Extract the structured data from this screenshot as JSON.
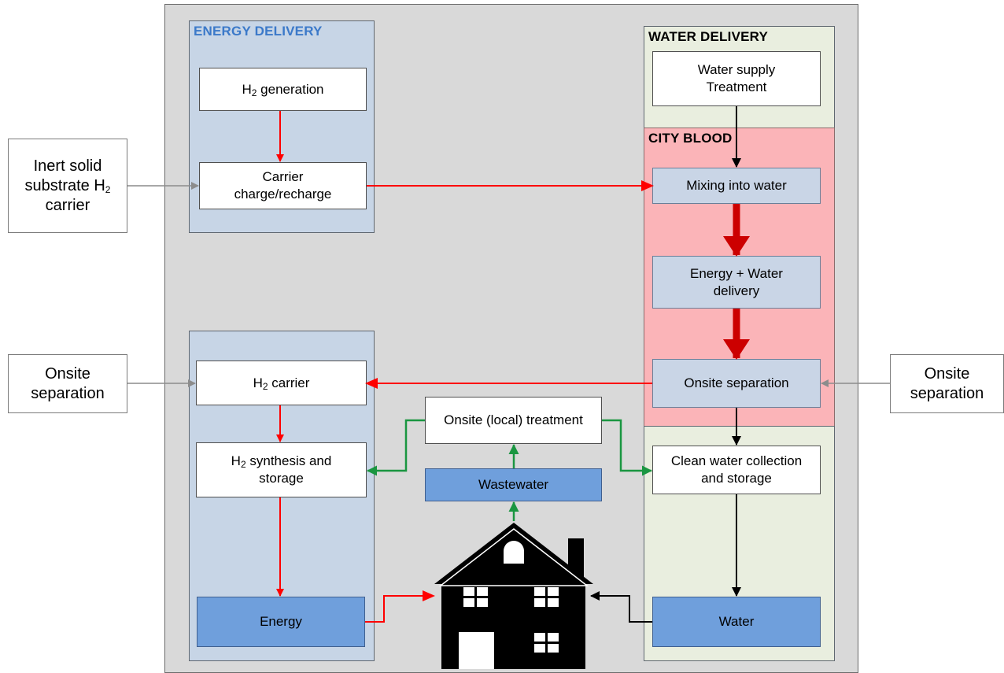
{
  "groups": {
    "energy_delivery_title": "ENERGY DELIVERY",
    "water_delivery_title": "WATER DELIVERY",
    "city_blood_title": "CITY BLOOD"
  },
  "boxes": {
    "h2_generation": {
      "pre": "H",
      "sub": "2",
      "post": " generation"
    },
    "carrier_recharge": "Carrier\ncharge/recharge",
    "inert_solid": {
      "pre": "Inert solid\nsubstrate H",
      "sub": "2",
      "post": "\ncarrier"
    },
    "onsite_separation_left": "Onsite\nseparation",
    "onsite_separation_right": "Onsite\nseparation",
    "water_supply": "Water supply\nTreatment",
    "mixing_into_water": "Mixing into water",
    "energy_water_delivery": "Energy + Water\ndelivery",
    "onsite_separation_center": "Onsite separation",
    "h2_carrier": {
      "pre": "H",
      "sub": "2",
      "post": " carrier"
    },
    "h2_synthesis": {
      "pre": "H",
      "sub": "2",
      "post": " synthesis and\nstorage"
    },
    "energy": "Energy",
    "onsite_local_treatment": "Onsite (local) treatment",
    "wastewater": "Wastewater",
    "clean_water_collection": "Clean water collection\nand storage",
    "water": "Water"
  },
  "colors": {
    "panel_bg": "#d9d9d9",
    "energy_group": "#c7d5e6",
    "water_group": "#e9eedf",
    "city_blood_group": "#fbb4b8",
    "dark_blue_box": "#6f9fdc",
    "energy_arrow": "#ff0000",
    "heavy_arrow": "#cc0000",
    "wastewater_arrow": "#1a9641",
    "water_arrow": "#000000",
    "input_arrow": "#8c8c8c"
  },
  "icons": {
    "house": "house-icon"
  }
}
